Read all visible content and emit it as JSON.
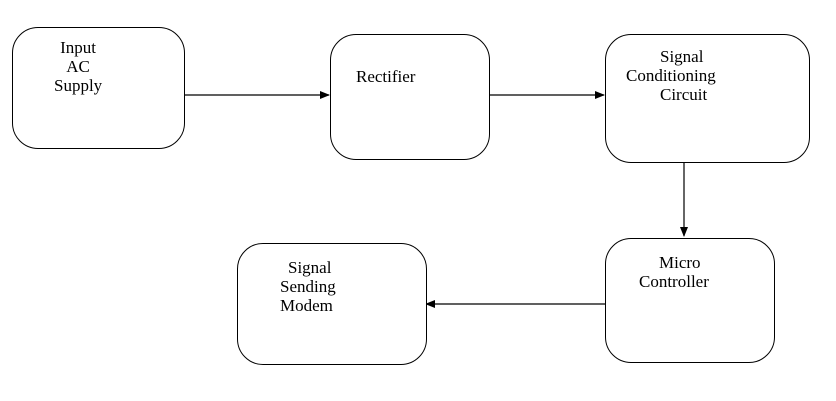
{
  "diagram": {
    "blocks": {
      "input_ac_supply": {
        "lines": [
          "Input",
          "AC",
          "Supply"
        ]
      },
      "rectifier": {
        "lines": [
          "Rectifier"
        ]
      },
      "signal_conditioning": {
        "lines": [
          "Signal",
          "Conditioning",
          "Circuit"
        ]
      },
      "micro_controller": {
        "lines": [
          "Micro",
          "Controller"
        ]
      },
      "signal_sending_modem": {
        "lines": [
          "Signal",
          "Sending",
          "Modem"
        ]
      }
    },
    "line_color": "#000000"
  }
}
